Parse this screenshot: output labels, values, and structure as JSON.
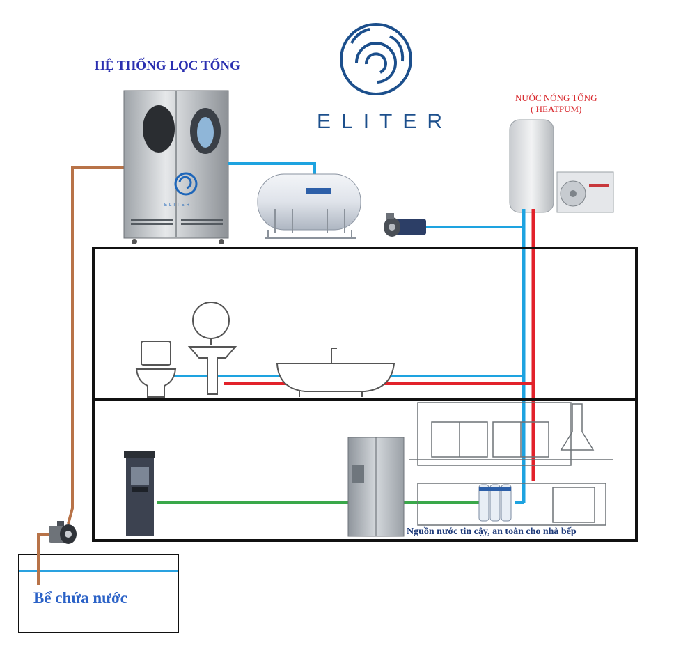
{
  "brand": {
    "logo_text": "ELITER",
    "accent": "#1c4f8c"
  },
  "labels": {
    "filter_system": "HỆ THỐNG LỌC TỔNG",
    "hot_water_line1": "NƯỚC NÓNG TỔNG",
    "hot_water_line2": "( HEATPUM)",
    "kitchen_caption": "Nguồn nước tin cậy, an toàn cho nhà bếp",
    "storage_tank": "Bể chứa nước"
  },
  "colors": {
    "cold_pipe": "#1ea3e0",
    "hot_pipe": "#e2222a",
    "drinking_pipe": "#3aa84a",
    "supply_pipe": "#b87348",
    "frame": "#111111"
  },
  "icons": [
    "filter-cabinet-icon",
    "storage-tank-icon",
    "booster-pump-icon",
    "heat-pump-tank-icon",
    "outdoor-unit-icon",
    "toilet-icon",
    "washbasin-icon",
    "bathtub-icon",
    "water-dispenser-icon",
    "refrigerator-icon",
    "kitchen-icon",
    "undersink-filter-icon",
    "feed-pump-icon",
    "eliter-logo-icon"
  ]
}
